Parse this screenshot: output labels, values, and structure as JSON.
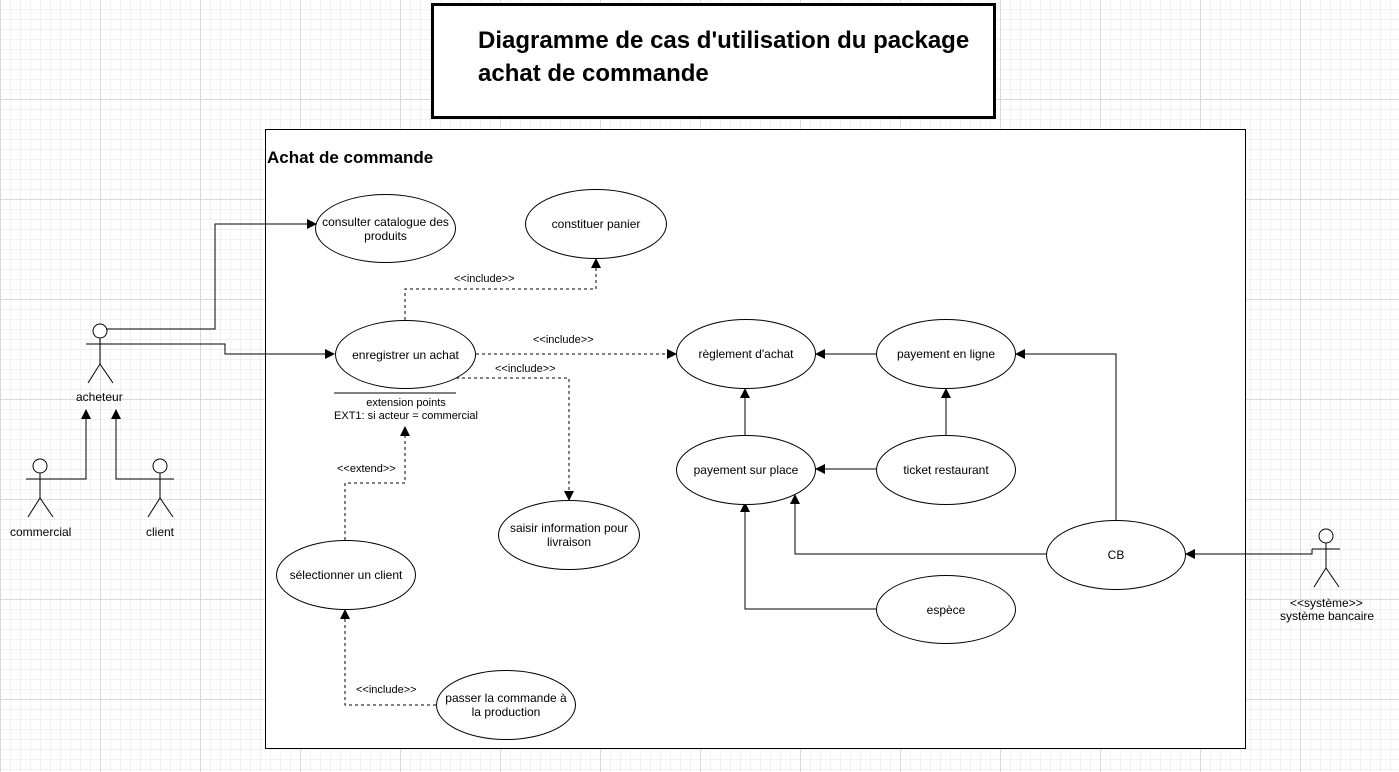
{
  "title": "Diagramme de cas d'utilisation du package\nachat de commande",
  "package_name": "Achat de commande",
  "actors": {
    "acheteur": "acheteur",
    "commercial": "commercial",
    "client": "client",
    "systeme_stereotype": "<<système>>",
    "systeme": "système bancaire"
  },
  "use_cases": {
    "consulter": "consulter catalogue des produits",
    "panier": "constituer panier",
    "enregistrer": "enregistrer un achat",
    "reglement": "règlement d'achat",
    "en_ligne": "payement en ligne",
    "sur_place": "payement sur place",
    "ticket": "ticket restaurant",
    "saisir": "saisir information pour livraison",
    "selectionner": "sélectionner un client",
    "cb": "CB",
    "espece": "espèce",
    "passer": "passer la commande à la production"
  },
  "extension_points": "extension points\nEXT1: si acteur = commercial",
  "relations": {
    "include_panier": "<<include>>",
    "include_reglement": "<<include>>",
    "include_saisir": "<<include>>",
    "extend_selectionner": "<<extend>>",
    "include_passer": "<<include>>"
  },
  "colors": {
    "line": "#000000",
    "grid_major": "#d9d9d9",
    "grid_minor": "#f1f1f1"
  }
}
